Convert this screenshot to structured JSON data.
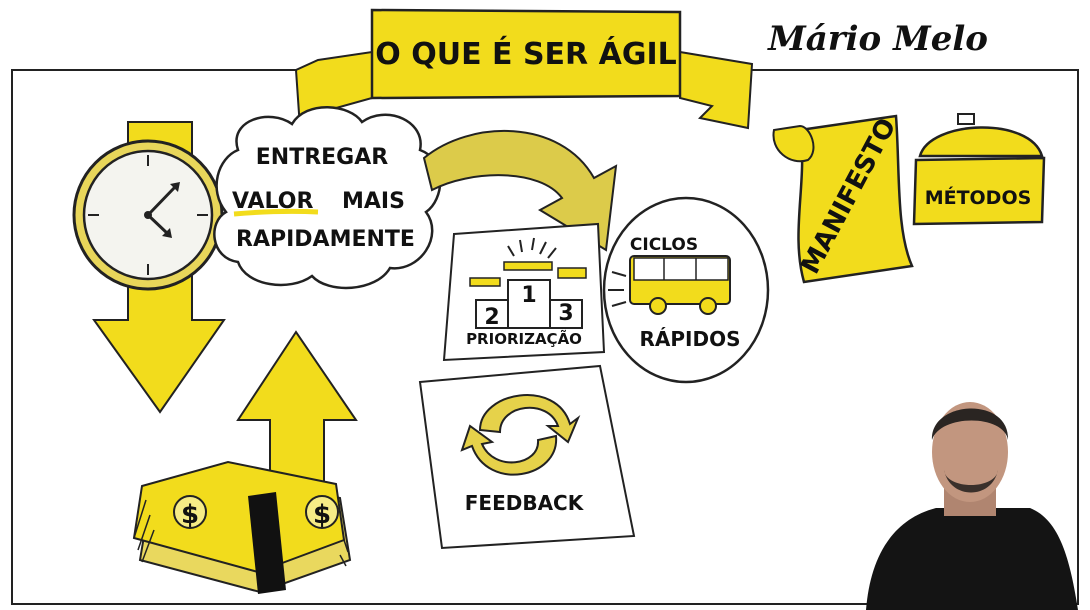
{
  "banner": {
    "title": "O QUE É SER ÁGIL"
  },
  "signature": {
    "text": "Mário Melo"
  },
  "cloud": {
    "line1": "ENTREGAR",
    "line2_word": "VALOR",
    "line2_rest": "MAIS",
    "line3": "RAPIDAMENTE"
  },
  "scroll": {
    "text": "MANIFESTO"
  },
  "pot": {
    "text": "MÉTODOS"
  },
  "podium": {
    "first": "1",
    "second": "2",
    "third": "3",
    "caption": "PRIORIZAÇÃO"
  },
  "cycles": {
    "top": "CICLOS",
    "bottom": "RÁPIDOS"
  },
  "feedback": {
    "caption": "FEEDBACK"
  },
  "money": {
    "symbol_left": "$",
    "symbol_right": "$"
  },
  "colors": {
    "yellow": "#F2DC1C",
    "pale_yellow": "#F6EC86",
    "olive": "#DCCB4A",
    "ink": "#111111"
  }
}
